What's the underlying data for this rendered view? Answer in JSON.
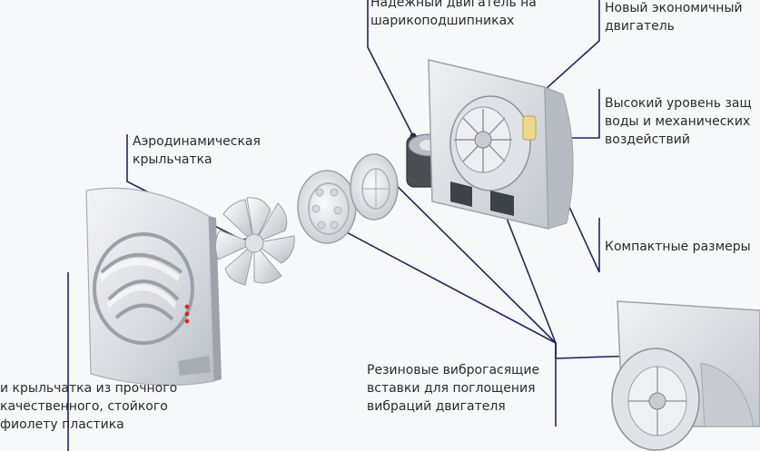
{
  "callouts": {
    "bearings": [
      "Надежный двигатель на",
      "шарикоподшипниках"
    ],
    "motor": [
      "Новый экономичный",
      "двигатель"
    ],
    "protection": [
      "Высокий уровень защ",
      "воды и механических",
      "воздействий"
    ],
    "compact": [
      "Компактные размеры"
    ],
    "impeller": [
      "Аэродинамическая",
      "крыльчатка"
    ],
    "dampers": [
      "Резиновые виброгасящие",
      "вставки для поглощения",
      "вибраций двигателя"
    ],
    "material": [
      "и крыльчатка из прочного",
      "качественного, стойкого",
      "фиолету пластика"
    ]
  },
  "colors": {
    "leader": "#1c2a5c",
    "leader_dot": "#1c2a5c",
    "metal_light": "#e8eaee",
    "metal_mid": "#c5c9d0",
    "metal_dark": "#8b9098",
    "indicator": "#d42a2a"
  }
}
